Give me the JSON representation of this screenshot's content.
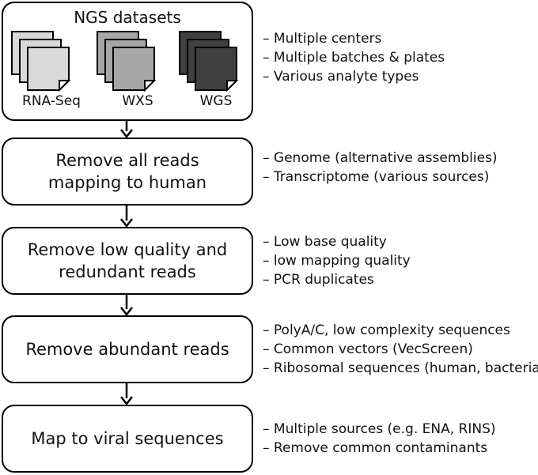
{
  "datasets": {
    "title": "NGS datasets",
    "types": [
      {
        "label": "RNA-Seq",
        "fill": "#d9d9d9"
      },
      {
        "label": "WXS",
        "fill": "#a6a6a6"
      },
      {
        "label": "WGS",
        "fill": "#404040"
      }
    ],
    "notes": [
      "Multiple centers",
      "Multiple batches & plates",
      "Various analyte types"
    ]
  },
  "steps": [
    {
      "text": "Remove all reads mapping to human",
      "notes": [
        "Genome (alternative assemblies)",
        "Transcriptome (various sources)"
      ]
    },
    {
      "text": "Remove low quality and redundant reads",
      "notes": [
        "Low base quality",
        "low mapping quality",
        "PCR duplicates"
      ]
    },
    {
      "text": "Remove abundant reads",
      "notes": [
        "PolyA/C, low complexity sequences",
        "Common vectors (VecScreen)",
        "Ribosomal sequences (human, bacterial)"
      ]
    },
    {
      "text": "Map to viral sequences",
      "notes": [
        "Multiple sources (e.g. ENA, RINS)",
        "Remove common contaminants"
      ]
    }
  ]
}
